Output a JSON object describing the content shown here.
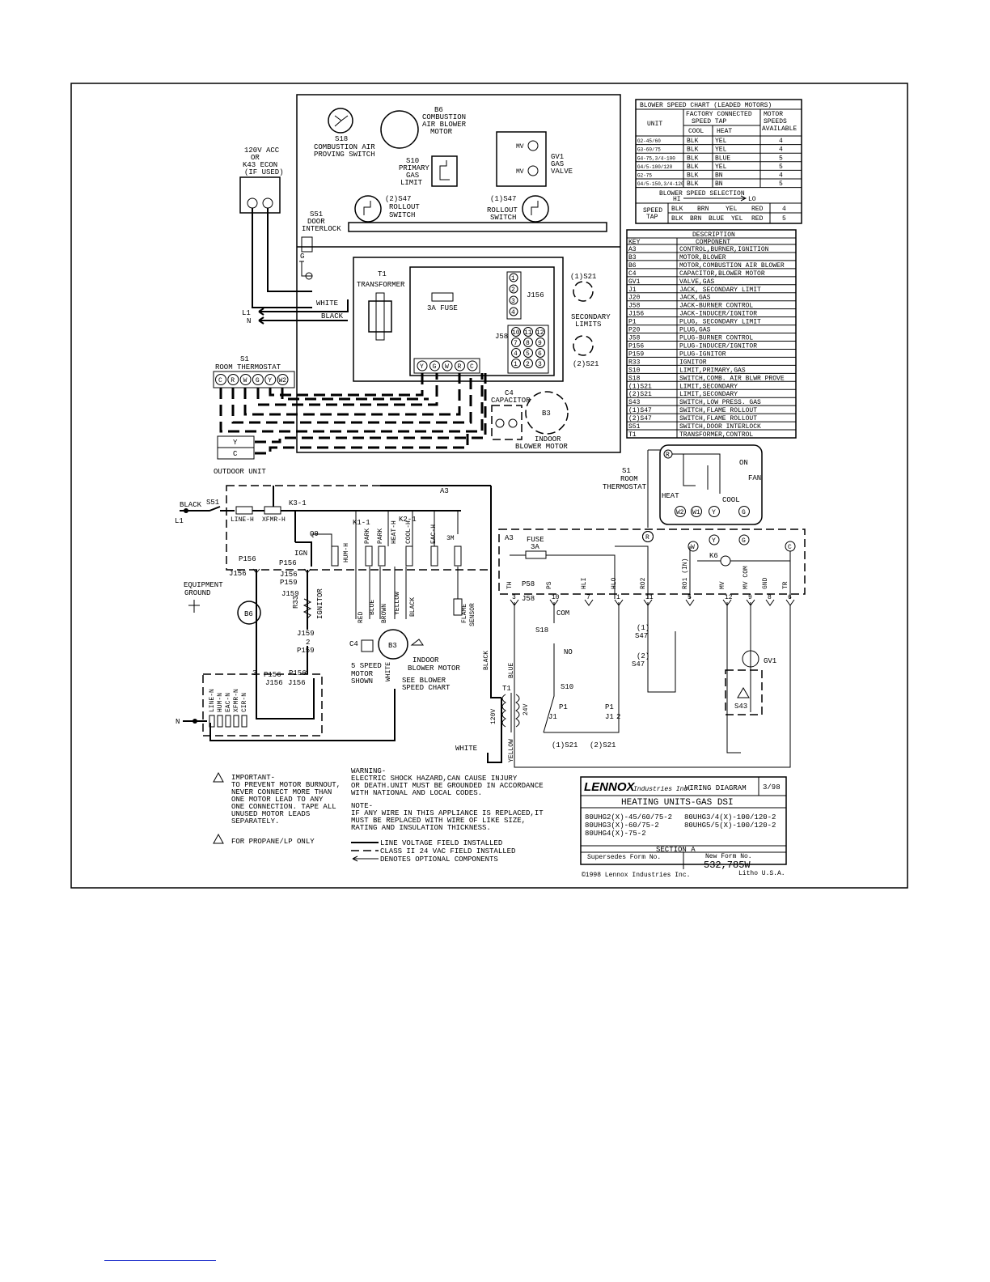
{
  "components": {
    "s18": [
      "S18",
      "COMBUSTION AIR",
      "PROVING SWITCH"
    ],
    "b6": [
      "B6",
      "COMBUSTION",
      "AIR BLOWER",
      "MOTOR"
    ],
    "s10": [
      "S10",
      "PRIMARY",
      "GAS",
      "LIMIT"
    ],
    "gv1": [
      "GV1",
      "GAS",
      "VALVE"
    ],
    "mv": "MV",
    "s47_2": [
      "(2)S47",
      "ROLLOUT",
      "SWITCH"
    ],
    "s47_1": [
      "(1)S47",
      "ROLLOUT",
      "SWITCH"
    ],
    "acc": [
      "120V ACC",
      "OR",
      "K43 ECON",
      "(IF USED)"
    ],
    "s51": [
      "S51",
      "DOOR",
      "INTERLOCK"
    ],
    "g": "G",
    "t1": [
      "T1",
      "TRANSFORMER"
    ],
    "fuse": "3A FUSE",
    "j156": "J156",
    "j58": "J58",
    "j156_pins": [
      "1",
      "2",
      "3",
      "4"
    ],
    "j58_pins": [
      "10",
      "11",
      "12",
      "7",
      "8",
      "9",
      "4",
      "5",
      "6",
      "1",
      "2",
      "3"
    ],
    "s21": [
      "(1)S21",
      "SECONDARY",
      "LIMITS",
      "(2)S21"
    ],
    "white": "WHITE",
    "black": "BLACK",
    "l1": "L1",
    "n": "N",
    "s1": [
      "S1",
      "ROOM THERMOSTAT"
    ],
    "tstat_terms": [
      "C",
      "R",
      "W",
      "G",
      "Y",
      "W2"
    ],
    "board_terms": [
      "Y",
      "G",
      "W",
      "R",
      "C"
    ],
    "c4": [
      "C4",
      "CAPACITOR"
    ],
    "b3": "B3",
    "indoor": [
      "INDOOR",
      "BLOWER MOTOR"
    ],
    "outdoor": [
      "Y",
      "C",
      "OUTDOOR UNIT"
    ]
  },
  "blower_chart": {
    "title": "BLOWER SPEED CHART (LEADED MOTORS)",
    "headers": [
      "UNIT",
      "FACTORY CONNECTED",
      "SPEED TAP",
      "MOTOR",
      "SPEEDS",
      "AVAILABLE",
      "COOL",
      "HEAT"
    ],
    "rows": [
      [
        "G2-45/60",
        "BLK",
        "YEL",
        "4"
      ],
      [
        "G3-60/75",
        "BLK",
        "YEL",
        "4"
      ],
      [
        "G4-75,3/4-100",
        "BLK",
        "BLUE",
        "5"
      ],
      [
        "G4/5-100/120",
        "BLK",
        "YEL",
        "5"
      ],
      [
        "G2-75",
        "BLK",
        "BN",
        "4"
      ],
      [
        "G4/5-150,3/4-120",
        "BLK",
        "BN",
        "5"
      ]
    ],
    "selection": [
      "BLOWER SPEED SELECTION",
      "HI",
      "LO"
    ],
    "tap_label": [
      "SPEED",
      "TAP"
    ],
    "tap_rows": [
      [
        "BLK",
        "BRN",
        "YEL",
        "RED",
        "4"
      ],
      [
        "BLK",
        "BRN",
        "BLUE",
        "YEL",
        "RED",
        "5"
      ]
    ]
  },
  "description": {
    "title": "DESCRIPTION",
    "headers": [
      "KEY",
      "COMPONENT"
    ],
    "rows": [
      [
        "A3",
        "CONTROL,BURNER,IGNITION"
      ],
      [
        "B3",
        "MOTOR,BLOWER"
      ],
      [
        "B6",
        "MOTOR,COMBUSTION AIR BLOWER"
      ],
      [
        "C4",
        "CAPACITOR,BLOWER MOTOR"
      ],
      [
        "GV1",
        "VALVE,GAS"
      ],
      [
        "J1",
        "JACK, SECONDARY LIMIT"
      ],
      [
        "J20",
        "JACK,GAS"
      ],
      [
        "J58",
        "JACK-BURNER CONTROL"
      ],
      [
        "J156",
        "JACK-INDUCER/IGNITOR"
      ],
      [
        "P1",
        "PLUG, SECONDARY LIMIT"
      ],
      [
        "P20",
        "PLUG,GAS"
      ],
      [
        "J58",
        "PLUG-BURNER CONTROL"
      ],
      [
        "P156",
        "PLUG-INDUCER/IGNITOR"
      ],
      [
        "P159",
        "PLUG-IGNITOR"
      ],
      [
        "R33",
        "IGNITOR"
      ],
      [
        "S10",
        "LIMIT,PRIMARY,GAS"
      ],
      [
        "S18",
        "SWITCH,COMB. AIR BLWR PROVE"
      ],
      [
        "(1)S21",
        "LIMIT,SECONDARY"
      ],
      [
        "(2)S21",
        "LIMIT,SECONDARY"
      ],
      [
        "S43",
        "SWITCH,LOW PRESS. GAS"
      ],
      [
        "(1)S47",
        "SWITCH,FLAME ROLLOUT"
      ],
      [
        "(2)S47",
        "SWITCH,FLAME ROLLOUT"
      ],
      [
        "S51",
        "SWITCH,DOOR INTERLOCK"
      ],
      [
        "T1",
        "TRANSFORMER,CONTROL"
      ]
    ]
  },
  "ladder": {
    "black_l1": [
      "BLACK",
      "L1"
    ],
    "s51": "S51",
    "a3": "A3",
    "k3": "K3-1",
    "line_h": "LINE-H",
    "xfmr_h": "XFMR-H",
    "k1": "K1-1",
    "k2": "K2-1",
    "q9": "Q9",
    "ign": "IGN",
    "hum_h": "HUM-H",
    "park": [
      "PARK",
      "PARK"
    ],
    "heat_h": "HEAT-H",
    "cool_h": "COOL-H",
    "eac_h": "EAC-H",
    "r3m": "3M",
    "flame": [
      "FLAME",
      "SENSOR"
    ],
    "p156": "P156",
    "j156": "J156",
    "p159": "P159",
    "j159": "J159",
    "r33": [
      "R33",
      "IGNITOR"
    ],
    "equip_ground": [
      "EQUIPMENT",
      "GROUND"
    ],
    "b6": "B6",
    "wires": [
      "RED",
      "BLUE",
      "BROWN",
      "YELLOW",
      "BLACK",
      "WHITE"
    ],
    "c4": "C4",
    "b3": "B3",
    "indoor": [
      "INDOOR",
      "BLOWER MOTOR"
    ],
    "five_speed": [
      "5 SPEED",
      "MOTOR",
      "SHOWN"
    ],
    "see_chart": [
      "SEE BLOWER",
      "SPEED CHART"
    ],
    "neutral_terms": [
      "LINE-N",
      "HUM-N",
      "EAC-N",
      "XFMR-N",
      "CIR-N"
    ],
    "n": "N",
    "pins": [
      "3",
      "2",
      "4",
      "1"
    ],
    "white": "WHITE",
    "black": "BLACK",
    "blue": "BLUE",
    "yellow": "YELLOW",
    "t1": "T1",
    "v120": "120V",
    "v24": "24V"
  },
  "control": {
    "s1": [
      "S1",
      "ROOM",
      "THERMOSTAT"
    ],
    "on": "ON",
    "fan": "FAN",
    "heat": "HEAT",
    "cool": "COOL",
    "tstat_terms": [
      "R",
      "W2",
      "W1",
      "Y",
      "G"
    ],
    "a3": "A3",
    "fuse": [
      "FUSE",
      "3A"
    ],
    "c": "C",
    "k6": "K6",
    "labels": [
      "TH",
      "PS",
      "HLI",
      "HLO",
      "RO2",
      "RO1 (IN)",
      "MV",
      "MV COM",
      "GND",
      "TR"
    ],
    "p58": "P58",
    "j58": "J58",
    "pins": [
      "3",
      "10",
      "7",
      "1",
      "11",
      "5",
      "12",
      "9",
      "8",
      "6"
    ],
    "s18": "S18",
    "com": "COM",
    "no": "NO",
    "s10": "S10",
    "s47_1": [
      "(1)",
      "S47"
    ],
    "s47_2": [
      "(2)",
      "S47"
    ],
    "p1": "P1",
    "j1": "J1",
    "s21": [
      "(1)S21",
      "(2)S21"
    ],
    "gv1": "GV1",
    "s43": "S43",
    "pin2": "2"
  },
  "notes": {
    "important": [
      "IMPORTANT-",
      "TO PREVENT MOTOR BURNOUT,",
      "NEVER CONNECT MORE THAN",
      "ONE MOTOR LEAD TO ANY",
      "ONE CONNECTION. TAPE ALL",
      "UNUSED MOTOR LEADS",
      "SEPARATELY."
    ],
    "propane": "FOR PROPANE/LP ONLY",
    "warning": [
      "WARNING-",
      "ELECTRIC SHOCK HAZARD,CAN CAUSE INJURY",
      "OR DEATH.UNIT MUST BE GROUNDED IN ACCORDANCE",
      "WITH NATIONAL AND LOCAL CODES."
    ],
    "note": [
      "NOTE-",
      "IF ANY WIRE IN THIS APPLIANCE IS REPLACED,IT",
      "MUST BE REPLACED WITH WIRE OF LIKE SIZE,",
      "RATING AND INSULATION THICKNESS."
    ],
    "legend": [
      "LINE VOLTAGE FIELD INSTALLED",
      "CLASS II 24 VAC FIELD INSTALLED",
      "DENOTES OPTIONAL COMPONENTS"
    ]
  },
  "titleblock": {
    "brand": "LENNOX",
    "brand_sub": "Industries Inc.",
    "wiring": "WIRING DIAGRAM",
    "date": "3/98",
    "title": "HEATING UNITS-GAS DSI",
    "models": [
      "80UHG2(X)-45/60/75-2",
      "80UHG3(X)-60/75-2",
      "80UHG4(X)-75-2",
      "80UHG3/4(X)-100/120-2",
      "80UHG5/5(X)-100/120-2"
    ],
    "section": "SECTION A",
    "supersedes": "Supersedes Form No.",
    "new_form": "New Form No.",
    "form_no": "532,785W",
    "copyright": "©1998 Lennox Industries Inc.",
    "litho": "Litho U.S.A."
  }
}
